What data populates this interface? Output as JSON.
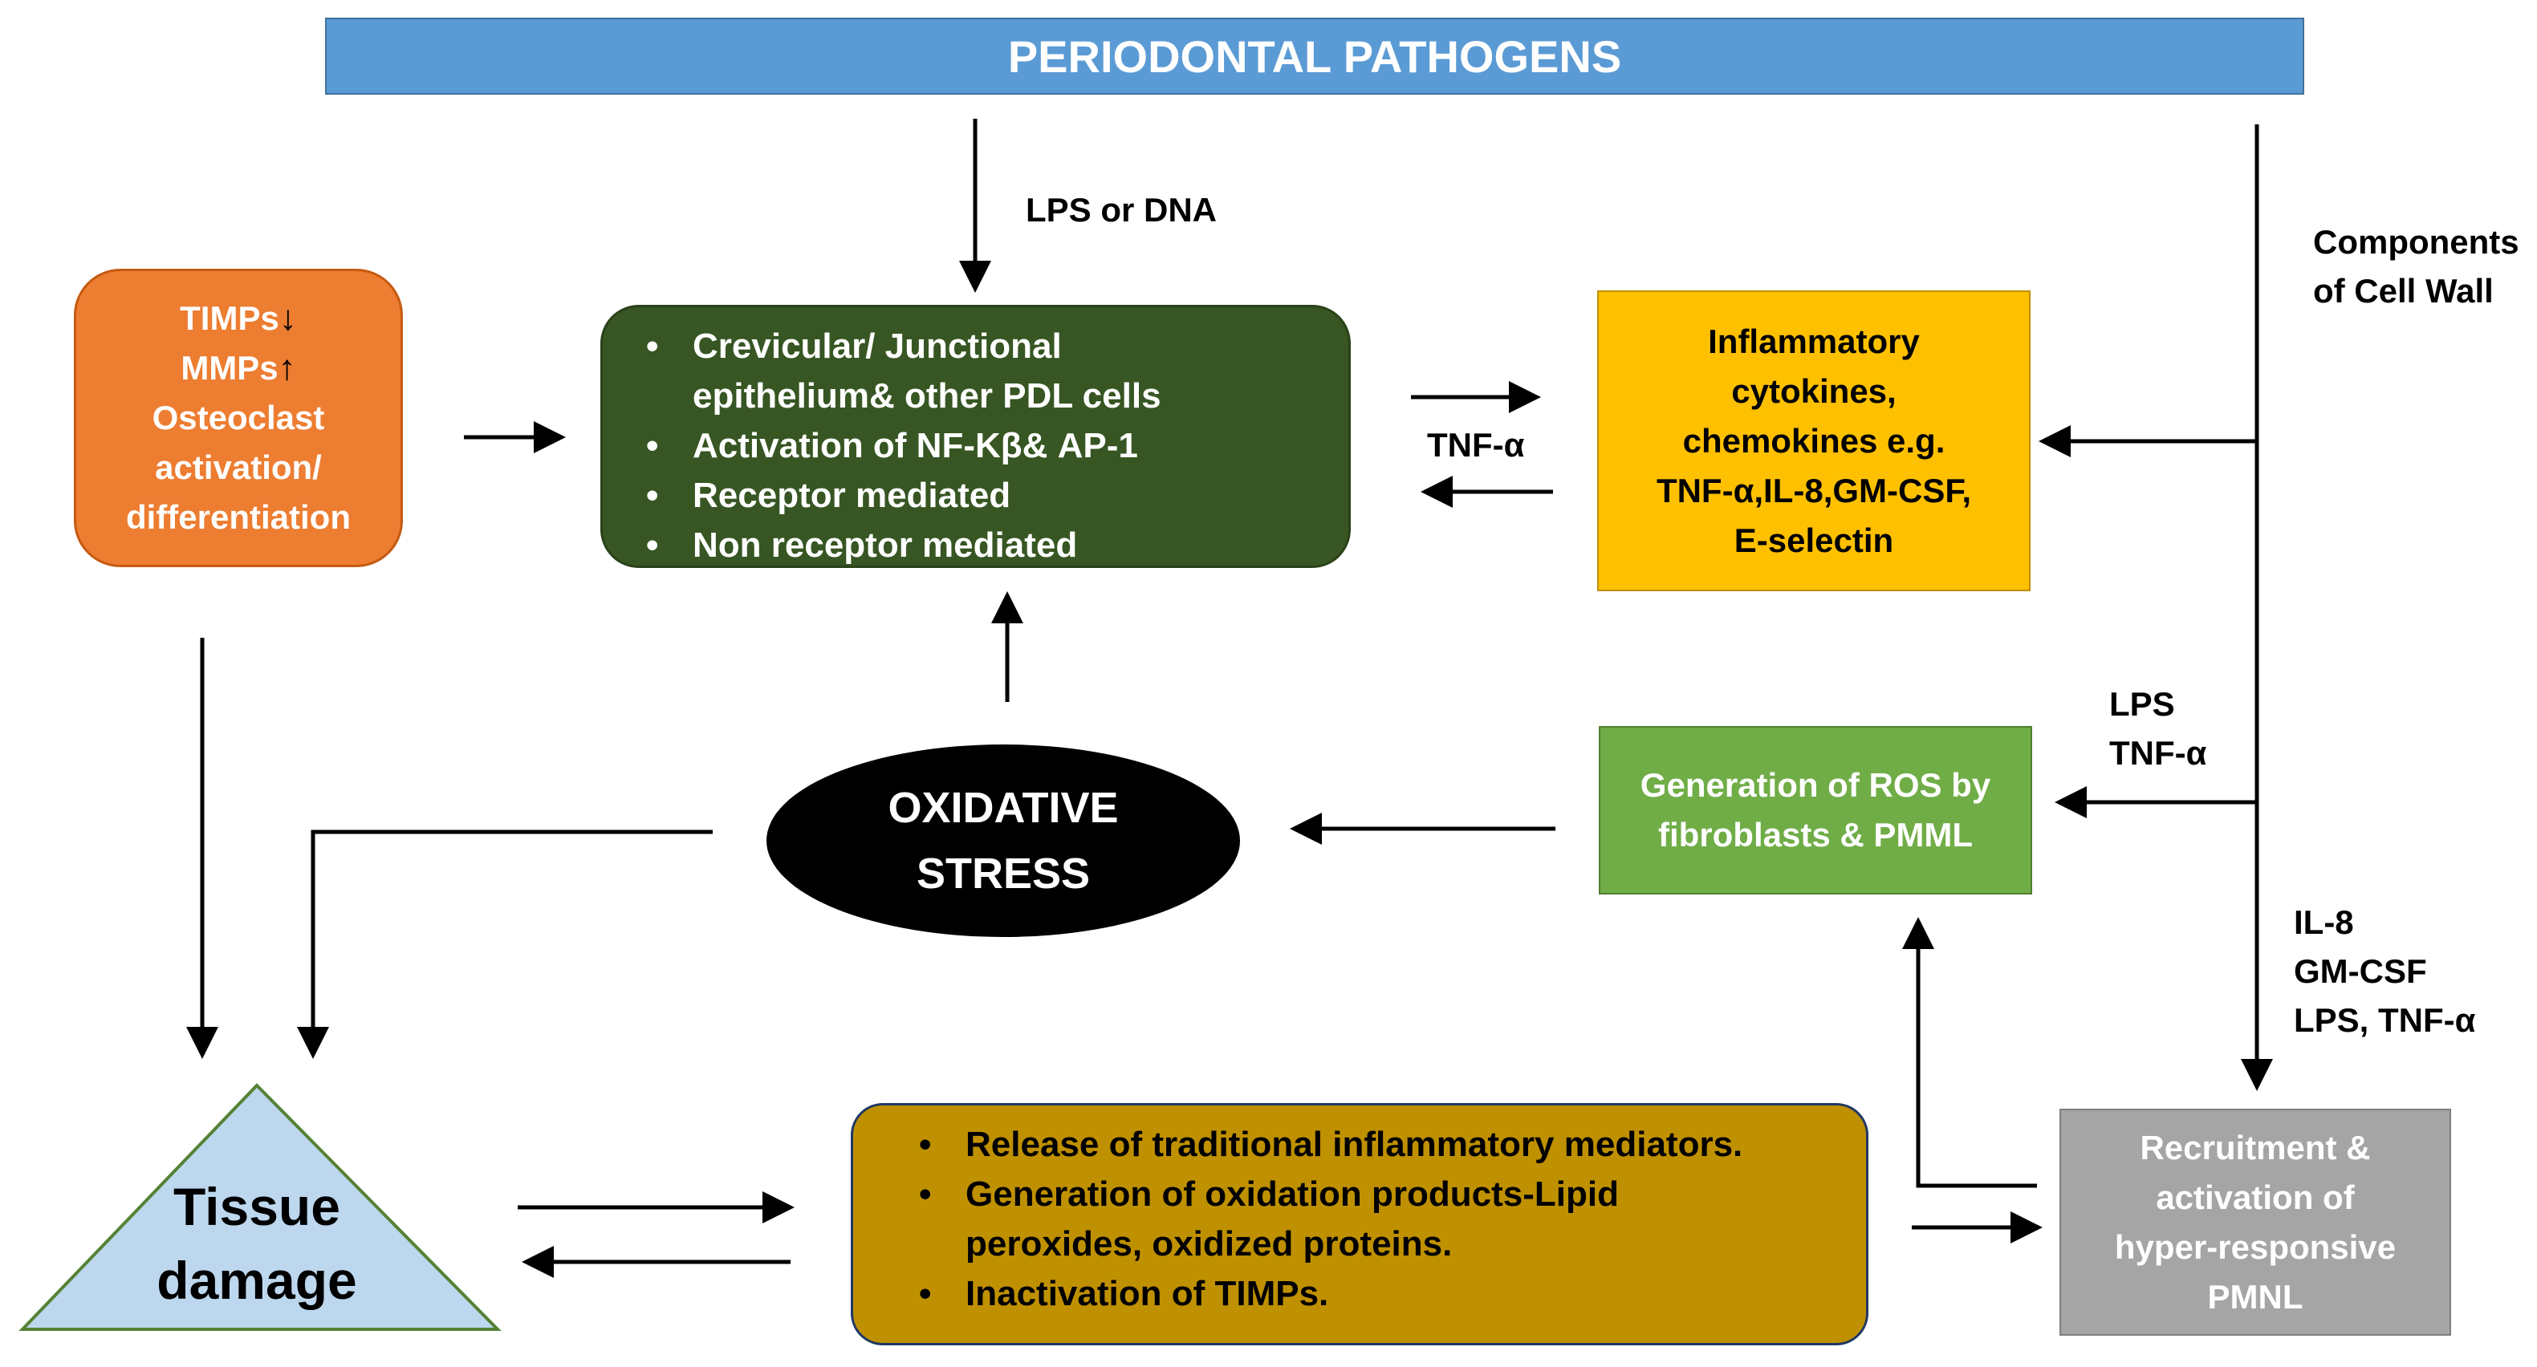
{
  "header": {
    "title": "PERIODONTAL PATHOGENS"
  },
  "orange_box": {
    "lines": [
      "TIMPs",
      "MMPs",
      "Osteoclast",
      "activation/",
      "differentiation"
    ],
    "timps_arrow": "↓",
    "mmps_arrow": "↑"
  },
  "green_box": {
    "items": [
      "Crevicular/ Junctional epithelium& other PDL cells",
      "Activation of NF-Kβ& AP-1",
      "Receptor mediated",
      "Non receptor mediated"
    ]
  },
  "yellow_box": {
    "lines": [
      "Inflammatory",
      "cytokines,",
      "chemokines e.g.",
      "TNF-α,IL-8,GM-CSF,",
      "E-selectin"
    ]
  },
  "ros_box": {
    "lines": [
      "Generation of ROS by",
      "fibroblasts & PMML"
    ]
  },
  "oxidative": {
    "lines": [
      "OXIDATIVE",
      "STRESS"
    ]
  },
  "tissue": {
    "lines": [
      "Tissue",
      "damage"
    ]
  },
  "mediators_box": {
    "items": [
      "Release of traditional inflammatory mediators.",
      "Generation of oxidation products-Lipid peroxides, oxidized proteins.",
      "Inactivation of TIMPs."
    ]
  },
  "pmnl_box": {
    "lines": [
      "Recruitment &",
      "activation of",
      "hyper-responsive",
      "PMNL"
    ]
  },
  "labels": {
    "lps_dna": "LPS or DNA",
    "tnf_mid": "TNF-α",
    "components": [
      "Components",
      "of Cell Wall"
    ],
    "lps_tnf": [
      "LPS",
      "TNF-α"
    ],
    "il8_group": [
      "IL-8",
      "GM-CSF",
      "LPS, TNF-α"
    ]
  },
  "colors": {
    "header_blue": "#5b9bd5",
    "orange": "#ed7d31",
    "dark_green": "#375623",
    "yellow": "#ffc000",
    "light_green": "#70ad47",
    "light_blue": "#bdd7ee",
    "olive": "#bf9000",
    "grey": "#a5a5a5"
  }
}
